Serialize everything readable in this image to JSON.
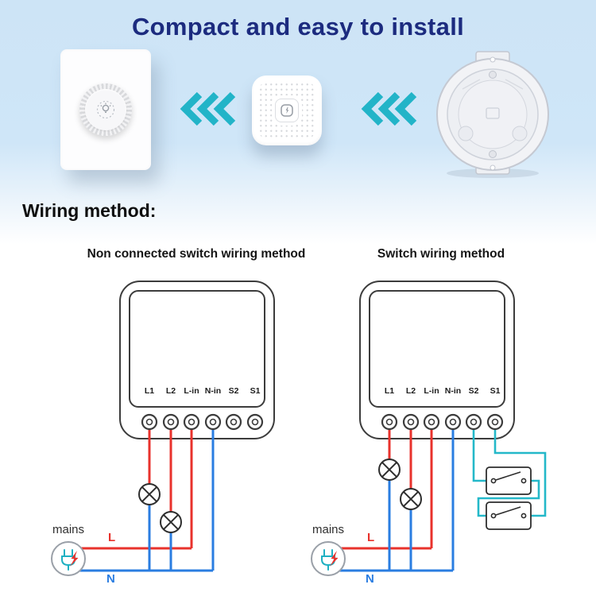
{
  "header": {
    "title": "Compact and easy to install"
  },
  "section": {
    "heading": "Wiring method:"
  },
  "colors": {
    "title_navy": "#1c2b7f",
    "accent_teal": "#22b4c8",
    "wire_live": "#e8322c",
    "wire_neutral": "#2a7de1",
    "wire_signal": "#24b8c9",
    "bg_blue": "#cde4f6"
  },
  "diagrams": {
    "left": {
      "title": "Non connected switch wiring method",
      "terminals": [
        "L1",
        "L2",
        "L-in",
        "N-in",
        "S2",
        "S1"
      ],
      "mains_label": "mains",
      "live_label": "L",
      "neutral_label": "N"
    },
    "right": {
      "title": "Switch wiring method",
      "terminals": [
        "L1",
        "L2",
        "L-in",
        "N-in",
        "S2",
        "S1"
      ],
      "mains_label": "mains",
      "live_label": "L",
      "neutral_label": "N"
    }
  }
}
